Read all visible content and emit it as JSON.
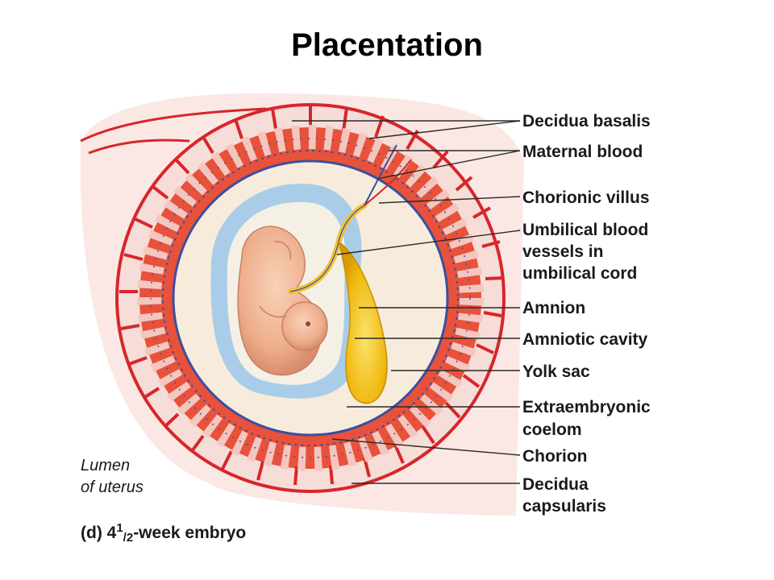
{
  "title": "Placentation",
  "labels": {
    "decidua_basalis": "Decidua basalis",
    "maternal_blood": "Maternal blood",
    "chorionic_villus": "Chorionic villus",
    "umbilical_line1": "Umbilical blood",
    "umbilical_line2": "vessels in",
    "umbilical_line3": "umbilical cord",
    "amnion": "Amnion",
    "amniotic_cavity": "Amniotic cavity",
    "yolk_sac": "Yolk sac",
    "extraembryonic_line1": "Extraembryonic",
    "extraembryonic_line2": "coelom",
    "chorion": "Chorion",
    "decidua_capsularis_line1": "Decidua",
    "decidua_capsularis_line2": "capsularis"
  },
  "lumen": {
    "line1": "Lumen",
    "line2": "of uterus"
  },
  "caption": {
    "prefix": "(d) 4",
    "sup": "1",
    "sub": "/2",
    "suffix": "-week embryo"
  },
  "colors": {
    "maternal_red": "#d7262b",
    "decidua_pink": "#f7dcd6",
    "villus_blue": "#3b4fa0",
    "amnion_blue": "#a9cde8",
    "coelom_cream": "#f3e7d2",
    "embryo_skin": "#efb594",
    "yolk_yellow": "#f2c21c"
  }
}
